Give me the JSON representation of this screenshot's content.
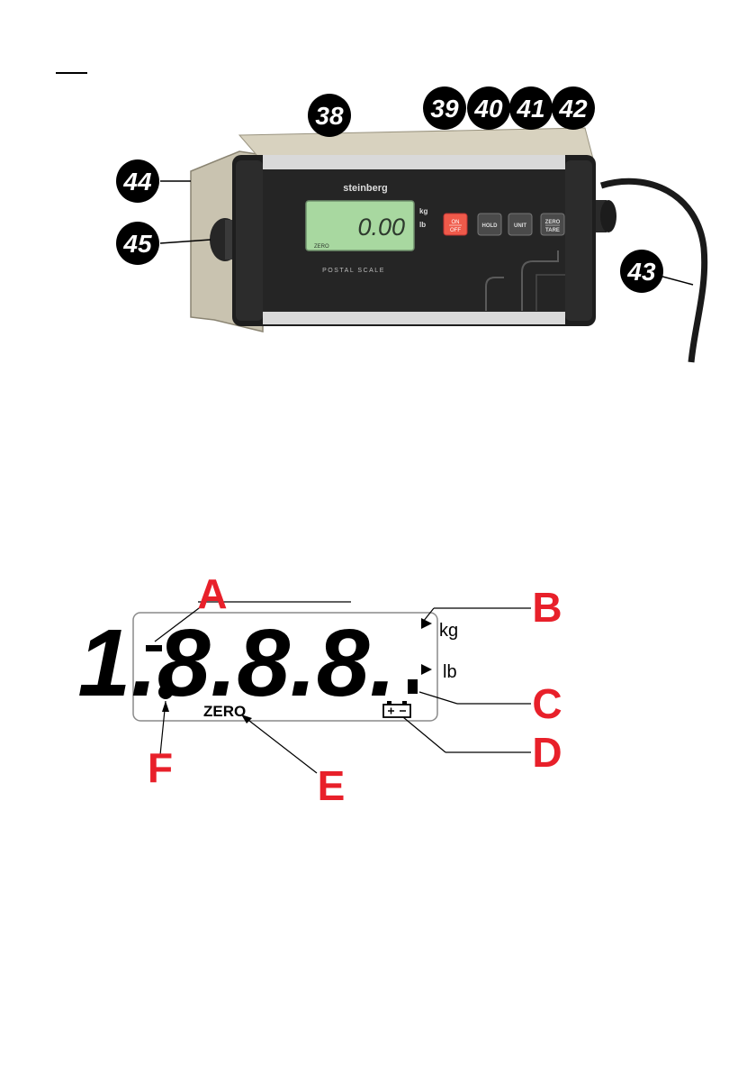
{
  "top_figure": {
    "brand": "steinberg",
    "display_reading": "0.00",
    "unit_kg": "kg",
    "unit_lb": "lb",
    "model_tag": "POSTAL SCALE",
    "button_on_top": "ON",
    "button_on_bottom": "OFF",
    "button_hold": "HOLD",
    "button_unit": "UNIT",
    "button_zero": "ZERO",
    "button_tare": "TARE",
    "callouts": [
      "38",
      "39",
      "40",
      "41",
      "42",
      "43",
      "44",
      "45"
    ]
  },
  "lcd_figure": {
    "digits": "1.8.8.8.",
    "unit_kg": "kg",
    "unit_lb": "lb",
    "zero_label": "ZERO",
    "letters": [
      "A",
      "B",
      "C",
      "D",
      "E",
      "F"
    ]
  },
  "colors": {
    "callout_bg": "#000000",
    "letter_color": "#e8202a",
    "lcd_green": "#a8d8a0"
  }
}
